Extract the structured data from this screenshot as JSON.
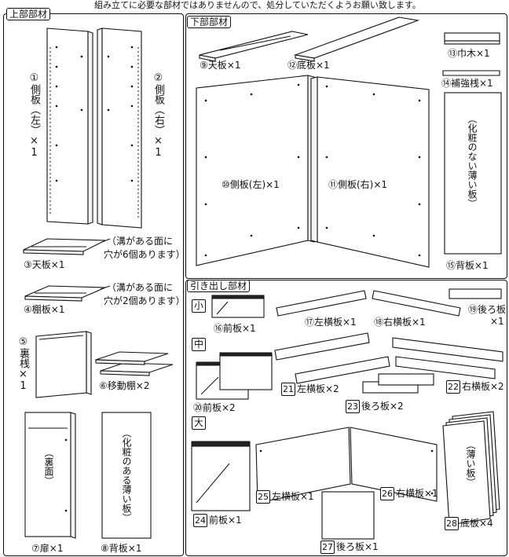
{
  "note": "組み立てに必要な部材ではありませんので、処分していただくようお願い致します。",
  "sections": {
    "upper": "上部部材",
    "lower": "下部部材",
    "drawer": "引き出し部材"
  },
  "drawer_sizes": {
    "small": "小",
    "medium": "中",
    "large": "大"
  },
  "upper": {
    "side_left": "①側板（左）×1",
    "side_right": "②側板（右）×1",
    "top_board": "③天板×1",
    "top_board_note_1": "（溝がある面に",
    "top_board_note_2": "穴が6個あります）",
    "shelf_board": "④棚板×1",
    "shelf_board_note_1": "（溝がある面に",
    "shelf_board_note_2": "穴が2個あります）",
    "back_rail": "⑤裏桟×1",
    "movable_shelf": "⑥移動棚×2",
    "door": "⑦扉×1",
    "door_back_label": "（裏面）",
    "back_board": "⑧背板×1",
    "back_board_note": "（化粧のある薄い板）"
  },
  "lower": {
    "top_board": "⑨天板×1",
    "side_left": "⑩側板(左)×1",
    "side_right": "⑪側板(右)×1",
    "bottom_board": "⑫底板×1",
    "baseboard": "⑬巾木×1",
    "reinforce_rail": "⑭補強桟×1",
    "back_board": "⑮背板×1",
    "back_board_note": "（化粧のない薄い板）"
  },
  "drawer": {
    "small_front": "⑯前板×1",
    "small_left": "⑰左横板×1",
    "small_right": "⑱右横板×1",
    "small_back_1": "⑲後ろ板",
    "small_back_2": "×1",
    "medium_front": "⑳前板×2",
    "medium_left_num": "21",
    "medium_left": "左横板×2",
    "medium_right_num": "22",
    "medium_right": "右横板×2",
    "medium_back_num": "23",
    "medium_back": "後ろ板×2",
    "large_front_num": "24",
    "large_front": "前板×1",
    "large_left_num": "25",
    "large_left": "左横板×1",
    "large_right_num": "26",
    "large_right": "右横板×1",
    "large_back_num": "27",
    "large_back": "後ろ板×1",
    "bottom_num": "28",
    "bottom": "底板×4",
    "bottom_note": "（薄い板）"
  }
}
